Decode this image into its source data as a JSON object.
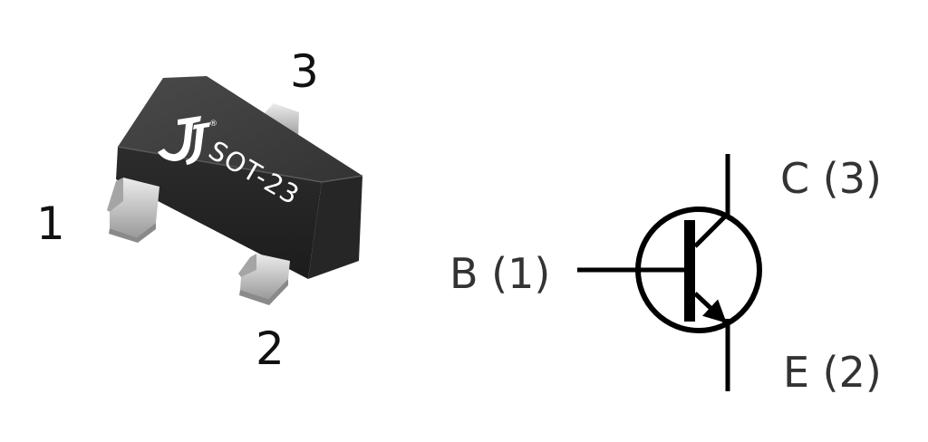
{
  "package": {
    "marking": "SOT-23",
    "registered_mark": "®",
    "pins": {
      "pin1": "1",
      "pin2": "2",
      "pin3": "3"
    }
  },
  "symbol": {
    "base_label": "B (1)",
    "collector_label": "C (3)",
    "emitter_label": "E (2)"
  },
  "colors": {
    "body": "#3b3b3b",
    "lead": "#c9c9c9",
    "symbol_stroke": "#000000"
  }
}
